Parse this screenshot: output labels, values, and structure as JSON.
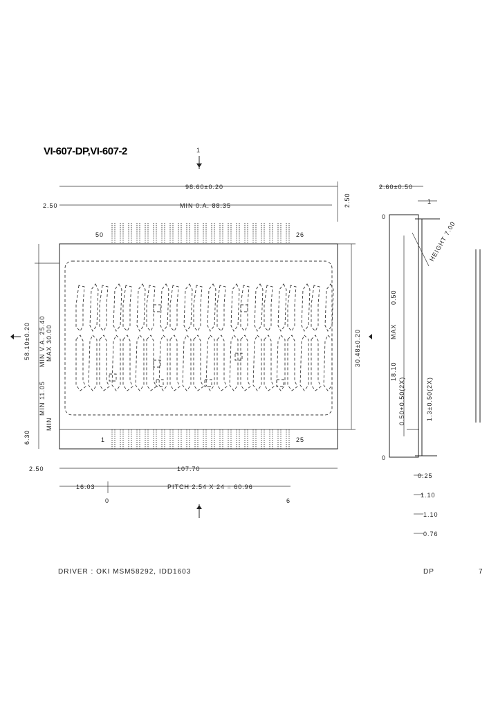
{
  "title": "VI-607-DP,VI-607-2",
  "view_marker": "1",
  "dims": {
    "overall_width": "98.60±0.20",
    "pin_span": "MIN 0.A. 88.35",
    "left_small": "2.50",
    "top_right_small": "2.50",
    "pin_left_num": "50",
    "pin_right_num": "26",
    "pin_bot_left_num": "1",
    "pin_bot_right_num": "25",
    "vert_height": "58.10±0.20",
    "vert_va": "MIN V.A. 25.40",
    "vert_max": "MAX 30.00",
    "vert_min": "MIN 11.05",
    "vert_small": "6.30",
    "vert_min2": "MIN",
    "right_height": "30.48±0.20",
    "bottom_left_small": "2.50",
    "bottom_width": "107.70",
    "pitch_left": "16.03",
    "pitch": "PITCH 2.54 X 24 = 60.96",
    "pitch_start": "0",
    "pitch_end": "6"
  },
  "side_view": {
    "top_dim": "2.60±0.50",
    "top_small": "1",
    "zero_top": "0",
    "angle": "HEIGHT 7.00",
    "body": "0.50",
    "max": "MAX",
    "pin_len": "18.10",
    "pin_note": "0.50+0.50(2X)",
    "pin_span2": "1.3±0.50(2X)",
    "zero_bottom": "0",
    "t1": "0.25",
    "t2": "1.10",
    "t3": "1.10",
    "t4": "0.76"
  },
  "footer": {
    "note": "DRIVER : OKI MSM58292, IDD1603",
    "code": "DP",
    "page": "7"
  },
  "colors": {
    "line": "#222222",
    "paper": "#ffffff"
  }
}
